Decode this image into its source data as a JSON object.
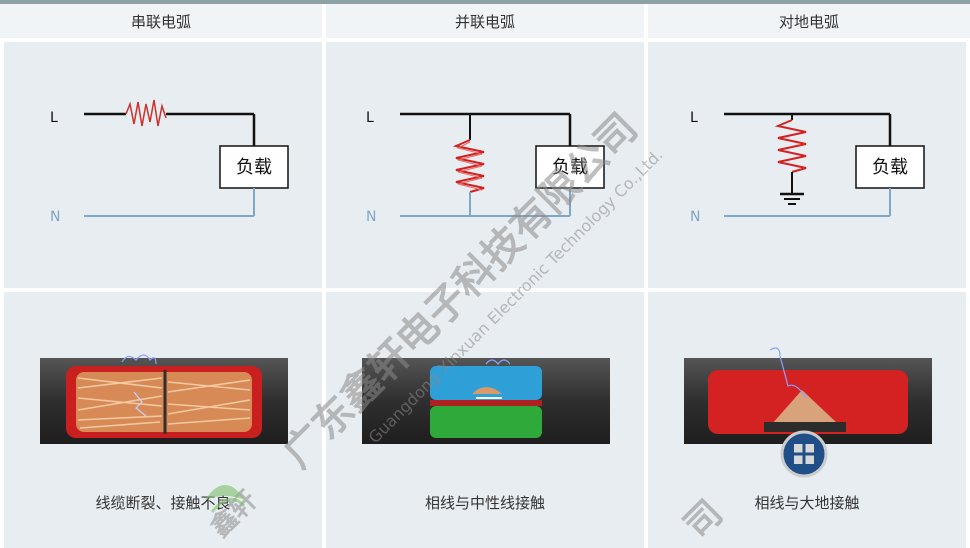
{
  "columns": [
    {
      "header": "串联电弧",
      "line_label": "L",
      "neutral_label": "N",
      "load_label": "负载",
      "caption": "线缆断裂、接触不良"
    },
    {
      "header": "并联电弧",
      "line_label": "L",
      "neutral_label": "N",
      "load_label": "负载",
      "caption": "相线与中性线接触"
    },
    {
      "header": "对地电弧",
      "line_label": "L",
      "neutral_label": "N",
      "load_label": "负载",
      "caption": "相线与大地接触"
    }
  ],
  "watermark": {
    "company_cn": "广东鑫轩电子科技有限公司",
    "company_en": "Guangdong Xinxuan Electronic Technology Co.,Ltd.",
    "fragment_bottom": "司",
    "fragment_left": "鑫轩"
  },
  "colors": {
    "header_bg": "#f1f4f7",
    "cell_bg": "#e8edf1",
    "line_color": "#111111",
    "neutral_color": "#7fa7c7",
    "spring_color": "#d32020",
    "watermark_color": "#8a8a8a"
  }
}
